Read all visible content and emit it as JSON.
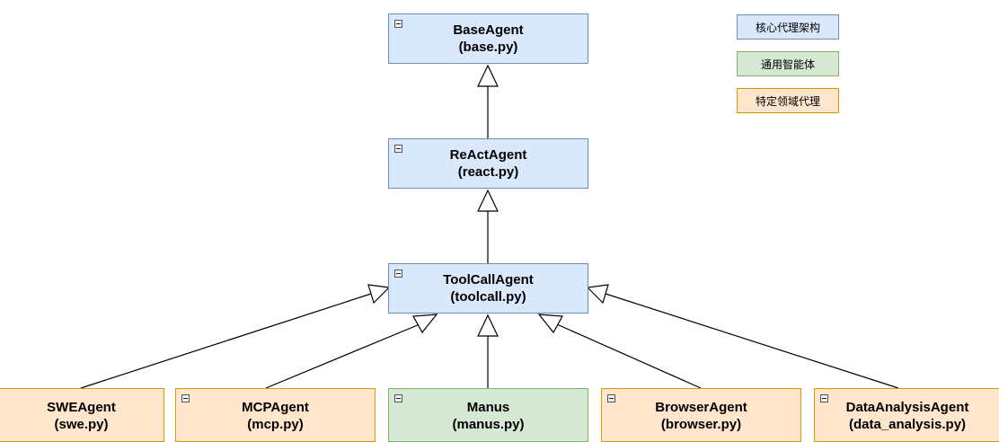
{
  "nodes": {
    "base_agent": {
      "name": "BaseAgent",
      "file": "(base.py)"
    },
    "react_agent": {
      "name": "ReActAgent",
      "file": "(react.py)"
    },
    "toolcall_agent": {
      "name": "ToolCallAgent",
      "file": "(toolcall.py)"
    },
    "swe_agent": {
      "name": "SWEAgent",
      "file": "(swe.py)"
    },
    "mcp_agent": {
      "name": "MCPAgent",
      "file": "(mcp.py)"
    },
    "manus": {
      "name": "Manus",
      "file": "(manus.py)"
    },
    "browser_agent": {
      "name": "BrowserAgent",
      "file": "(browser.py)"
    },
    "data_analysis_agent": {
      "name": "DataAnalysisAgent",
      "file": "(data_analysis.py)"
    }
  },
  "legend": {
    "core": "核心代理架构",
    "general": "通用智能体",
    "domain": "特定领域代理"
  },
  "colors": {
    "core_fill": "#dae8fc",
    "core_border": "#6c8ebf",
    "general_fill": "#d5e8d4",
    "general_border": "#82b366",
    "domain_fill": "#ffe6cc",
    "domain_border": "#d79b00"
  },
  "relations": [
    {
      "child": "react_agent",
      "parent": "base_agent",
      "type": "inheritance"
    },
    {
      "child": "toolcall_agent",
      "parent": "react_agent",
      "type": "inheritance"
    },
    {
      "child": "swe_agent",
      "parent": "toolcall_agent",
      "type": "inheritance"
    },
    {
      "child": "mcp_agent",
      "parent": "toolcall_agent",
      "type": "inheritance"
    },
    {
      "child": "manus",
      "parent": "toolcall_agent",
      "type": "inheritance"
    },
    {
      "child": "browser_agent",
      "parent": "toolcall_agent",
      "type": "inheritance"
    },
    {
      "child": "data_analysis_agent",
      "parent": "toolcall_agent",
      "type": "inheritance"
    }
  ]
}
